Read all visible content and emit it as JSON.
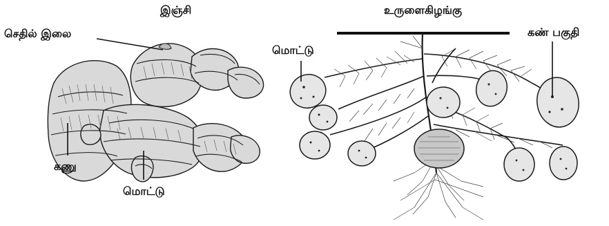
{
  "ginger": {
    "title": "இஞ்சி",
    "labels": {
      "scale_leaf": "செதில் இலை",
      "node": "கணு",
      "bud": "மொட்டு"
    }
  },
  "potato": {
    "title": "உருளைகிழங்கு",
    "labels": {
      "bud": "மொட்டு",
      "eye_part": "கண் பகுதி"
    }
  },
  "colors": {
    "ink": "#1a1a1a",
    "paper": "#ffffff"
  }
}
